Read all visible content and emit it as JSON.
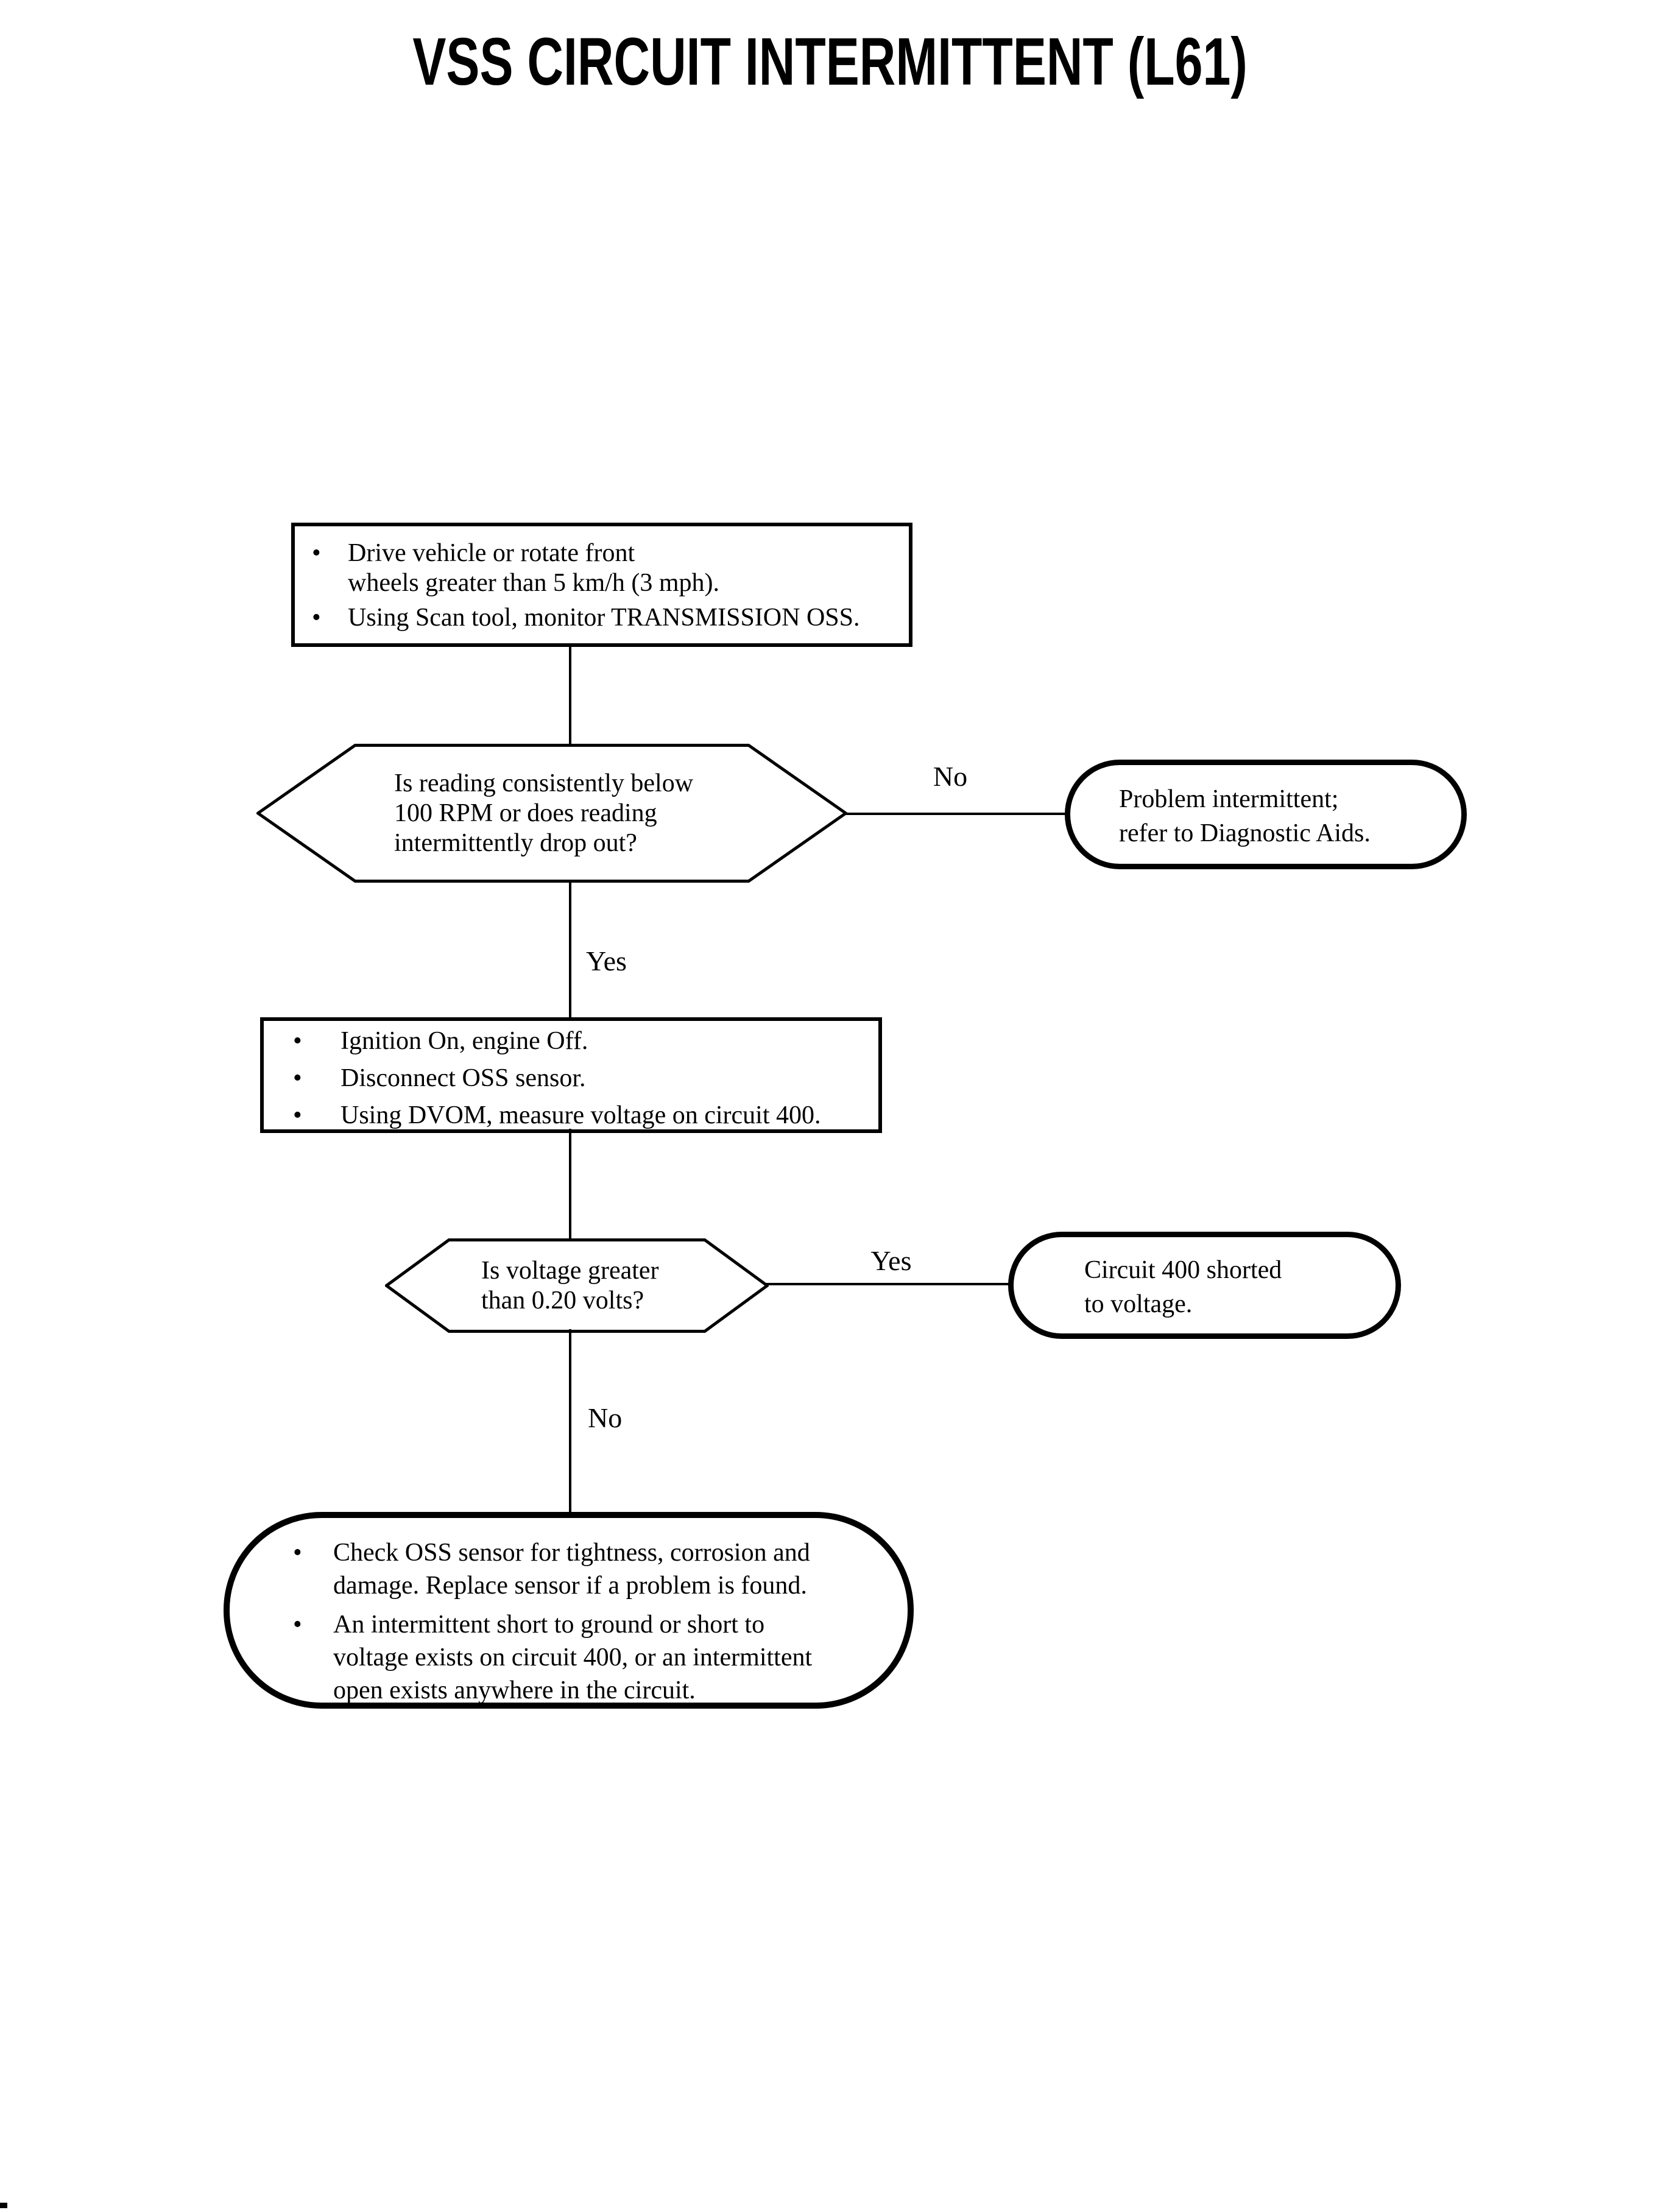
{
  "colors": {
    "ink": "#000000",
    "paper": "#ffffff"
  },
  "glyphs": {
    "bullet": "•"
  },
  "title": "VSS CIRCUIT INTERMITTENT (L61)",
  "flow": {
    "step_drive": {
      "items": [
        {
          "lines": [
            "Drive vehicle or rotate front",
            "wheels greater than 5 km/h (3 mph)."
          ]
        },
        {
          "lines": [
            "Using Scan tool, monitor TRANSMISSION OSS."
          ]
        }
      ]
    },
    "decision_reading": {
      "lines": [
        "Is reading consistently below",
        "100 RPM or does reading",
        "intermittently drop out?"
      ],
      "no_label": "No",
      "yes_label": "Yes"
    },
    "terminal_intermittent": {
      "lines": [
        "Problem intermittent;",
        "refer to Diagnostic Aids."
      ]
    },
    "step_measure": {
      "items": [
        {
          "lines": [
            "Ignition On, engine Off."
          ]
        },
        {
          "lines": [
            "Disconnect OSS sensor."
          ]
        },
        {
          "lines": [
            "Using DVOM, measure voltage on circuit 400."
          ]
        }
      ]
    },
    "decision_voltage": {
      "lines": [
        "Is voltage greater",
        "than 0.20 volts?"
      ],
      "yes_label": "Yes",
      "no_label": "No"
    },
    "terminal_shorted": {
      "lines": [
        "Circuit 400 shorted",
        "to voltage."
      ]
    },
    "terminal_check": {
      "items": [
        {
          "lines": [
            "Check OSS sensor for tightness, corrosion and",
            "damage. Replace sensor if a problem is found."
          ]
        },
        {
          "lines": [
            "An intermittent short to ground or short to",
            "voltage exists on circuit 400, or an intermittent",
            "open exists anywhere in the circuit."
          ]
        }
      ]
    }
  }
}
